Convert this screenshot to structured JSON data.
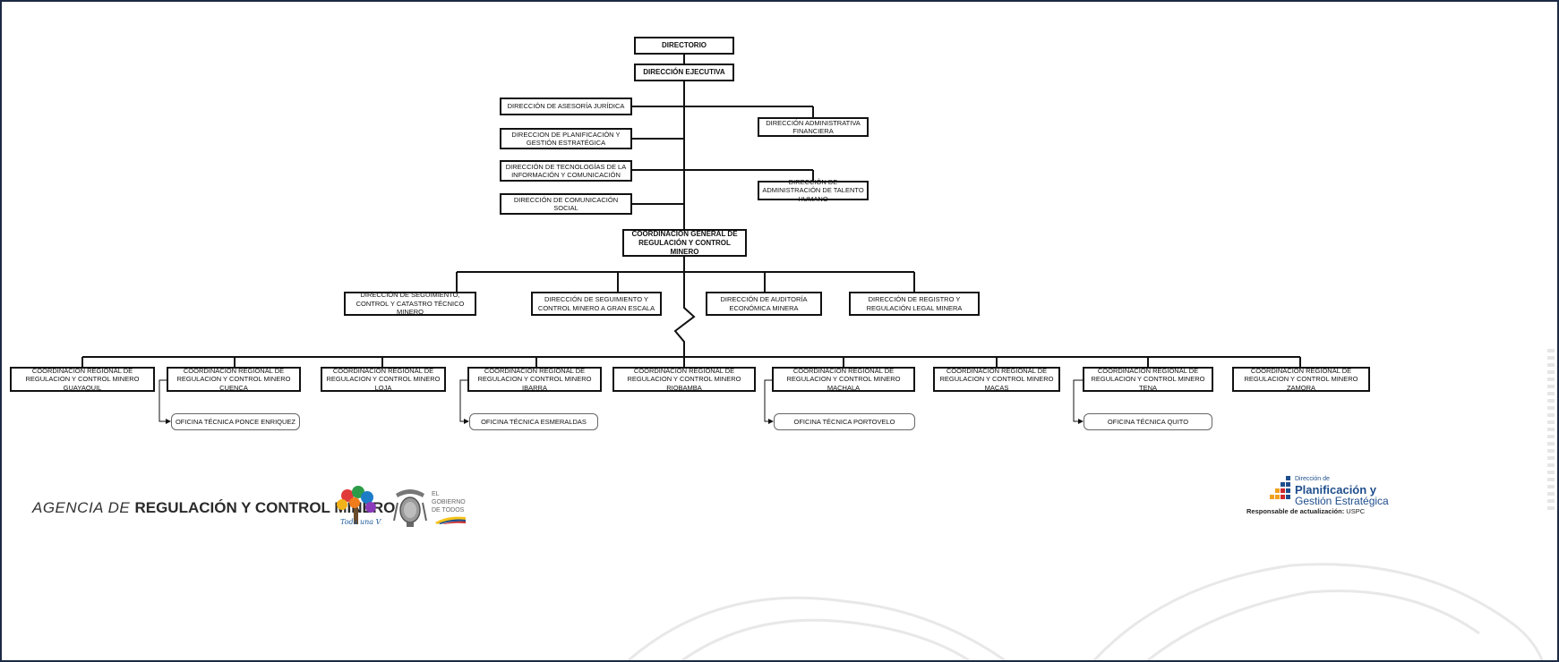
{
  "org_chart": {
    "top": {
      "directorio": "DIRECTORIO",
      "direccion_ejecutiva": "DIRECCIÓN EJECUTIVA"
    },
    "support_left": [
      "DIRECCIÓN DE ASESORÍA JURÍDICA",
      "DIRECCION DE PLANIFICACIÓN Y GESTIÓN ESTRATÉGICA",
      "DIRECCIÓN DE TECNOLOGÍAS DE LA INFORMACIÓN Y COMUNICACIÓN",
      "DIRECCIÓN DE COMUNICACIÓN SOCIAL"
    ],
    "support_right": [
      "DIRECCIÓN ADMINISTRATIVA FINANCIERA",
      "DIRECCIÓN DE ADMINISTRACIÓN DE TALENTO HUMANO"
    ],
    "coordinacion_general": "COORDINACIÓN GENERAL DE REGULACIÓN Y CONTROL MINERO",
    "direcciones": [
      "DIRECCIÓN DE SEGUIMIENTO, CONTROL Y CATASTRO TÉCNICO MINERO",
      "DIRECCIÓN DE SEGUIMIENTO Y CONTROL MINERO A GRAN ESCALA",
      "DIRECCIÓN DE AUDITORÍA ECONÓMICA MINERA",
      "DIRECCIÓN DE REGISTRO Y REGULACIÓN LEGAL MINERA"
    ],
    "regionales": [
      "COORDINACION REGIONAL DE REGULACION Y CONTROL MINERO GUAYAQUIL",
      "COORDINACION REGIONAL DE REGULACION Y CONTROL MINERO CUENCA",
      "COORDINACION REGIONAL DE REGULACION Y CONTROL MINERO LOJA",
      "COORDINACION REGIONAL DE REGULACION Y CONTROL MINERO IBARRA",
      "COORDINACION REGIONAL DE REGULACION Y CONTROL MINERO RIOBAMBA",
      "COORDINACION REGIONAL DE REGULACION Y CONTROL MINERO MACHALA",
      "COORDINACION REGIONAL DE REGULACION Y CONTROL MINERO MACAS",
      "COORDINACION REGIONAL DE REGULACION Y CONTROL MINERO TENA",
      "COORDINACION REGIONAL DE REGULACION Y CONTROL MINERO ZAMORA"
    ],
    "oficinas": [
      "OFICINA TÉCNICA PONCE ENRIQUEZ",
      "OFICINA TÉCNICA ESMERALDAS",
      "OFICINA TÉCNICA PORTOVELO",
      "OFICINA TÉCNICA QUITO"
    ]
  },
  "footer": {
    "agency_prefix": "AGENCIA DE ",
    "agency_main": "REGULACIÓN Y CONTROL MINERO",
    "toda_una_vida": "Toda una Vida",
    "gobierno": [
      "EL",
      "GOBIERNO",
      "DE TODOS"
    ],
    "dir_small": "Dirección de",
    "dir_line1": "Planificación y",
    "dir_line2": "Gestión Estratégica",
    "responsable_label": "Responsable de actualización:",
    "responsable_value": "USPC"
  },
  "colors": {
    "frame": "#1c2a44",
    "line": "#111111",
    "brand_blue": "#1f4e8c",
    "brand_orange": "#f0a020",
    "brand_red": "#d02828"
  }
}
